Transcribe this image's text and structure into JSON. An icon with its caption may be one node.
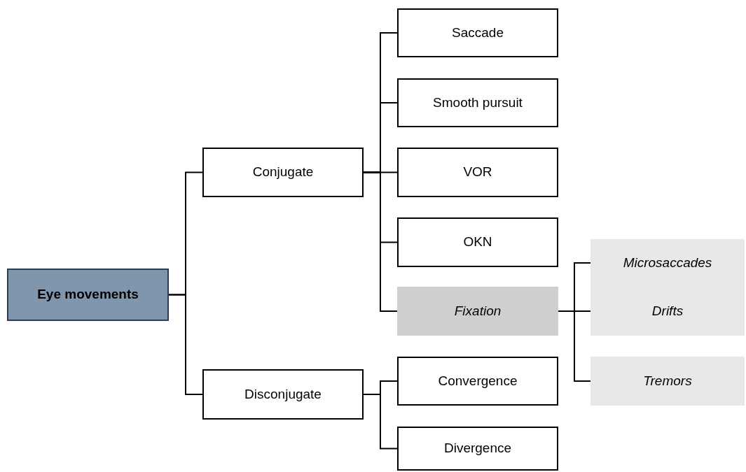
{
  "diagram": {
    "nodes": [
      {
        "text": [
          "Eye movements"
        ]
      },
      {
        "text": [
          "Conjugate"
        ]
      },
      {
        "text": [
          "Saccade"
        ]
      },
      {
        "text": [
          "Smooth pursuit"
        ]
      },
      {
        "text": [
          "VOR"
        ]
      },
      {
        "text": [
          "OKN"
        ]
      },
      {
        "text": [
          "Fixation"
        ]
      },
      {
        "text": [
          "Microsaccades"
        ]
      },
      {
        "text": [
          "Drifts"
        ]
      },
      {
        "text": [
          "Tremors"
        ]
      },
      {
        "text": [
          "Disconjugate"
        ]
      },
      {
        "text": [
          "Convergence"
        ]
      },
      {
        "text": [
          "Divergence"
        ]
      }
    ],
    "edges": [
      {
        "from": 0,
        "to": 1,
        "arrow": "none"
      },
      {
        "from": 0,
        "to": 10,
        "arrow": "none"
      },
      {
        "from": 1,
        "to": 2,
        "arrow": "none"
      },
      {
        "from": 1,
        "to": 3,
        "arrow": "none"
      },
      {
        "from": 1,
        "to": 4,
        "arrow": "none"
      },
      {
        "from": 1,
        "to": 5,
        "arrow": "none"
      },
      {
        "from": 1,
        "to": 6,
        "arrow": "none"
      },
      {
        "from": 6,
        "to": 7,
        "arrow": "none"
      },
      {
        "from": 6,
        "to": 8,
        "arrow": "none"
      },
      {
        "from": 6,
        "to": 9,
        "arrow": "none"
      },
      {
        "from": 10,
        "to": 11,
        "arrow": "none"
      },
      {
        "from": 10,
        "to": 12,
        "arrow": "none"
      }
    ]
  }
}
